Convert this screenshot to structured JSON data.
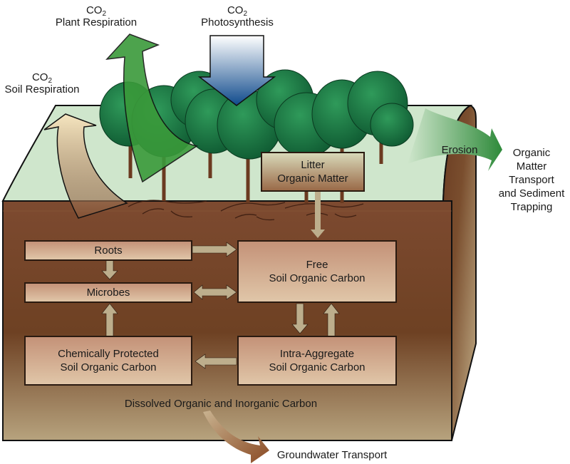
{
  "labels": {
    "co2_plant_resp": {
      "formula": "CO",
      "subscript": "2",
      "text": "Plant Respiration"
    },
    "co2_photo": {
      "formula": "CO",
      "subscript": "2",
      "text": "Photosynthesis"
    },
    "co2_soil_resp": {
      "formula": "CO",
      "subscript": "2",
      "text": "Soil Respiration"
    },
    "erosion": "Erosion",
    "organic_transport": [
      "Organic",
      "Matter",
      "Transport",
      "and Sediment",
      "Trapping"
    ],
    "dissolved": "Dissolved Organic and Inorganic Carbon",
    "groundwater": "Groundwater Transport"
  },
  "boxes": {
    "litter": [
      "Litter",
      "Organic Matter"
    ],
    "roots": "Roots",
    "microbes": "Microbes",
    "free_soc": [
      "Free",
      "Soil Organic Carbon"
    ],
    "chem_soc": [
      "Chemically Protected",
      "Soil Organic Carbon"
    ],
    "intra_soc": [
      "Intra-Aggregate",
      "Soil Organic Carbon"
    ]
  },
  "colors": {
    "grass": "#cfe6cc",
    "soil_top": "#7a4a32",
    "soil_bottom": "#b8a47e",
    "box_fill": "#d2ab8e",
    "arrow_fill": "#bdae8c",
    "tree_green": "#1f7a45",
    "plant_arrow": "#3a9a3a",
    "photo_arrow": "#1d4f8f"
  }
}
